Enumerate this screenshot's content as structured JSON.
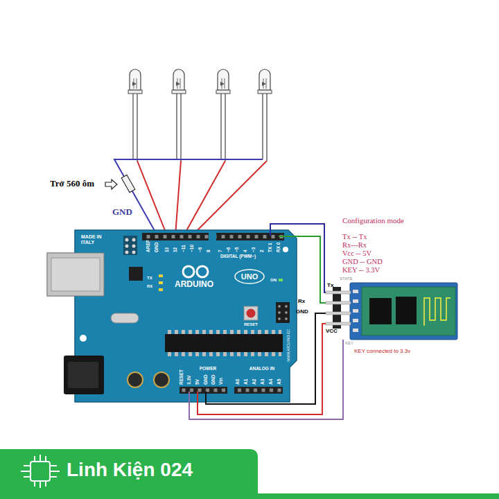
{
  "diagram": {
    "labels": [
      "Trở 560 ôm",
      "GND",
      "Configuration mode",
      "Tx -- Tx",
      "Rx---Rx",
      "Vcc -- 5V",
      "GND -- GND",
      "KEY -- 3.3V",
      "STATE",
      "Tx",
      "Rx",
      "GND",
      "VCC",
      "KEY",
      "KEY connected to 3.3v",
      "MADE IN ITALY",
      "AREF",
      "GND",
      "13",
      "12",
      "~11",
      "~10",
      "~9",
      "8",
      "7",
      "~6",
      "~5",
      "4",
      "~3",
      "2",
      "TX 1",
      "RX 0",
      "DIGITAL (PWM~)",
      "TX",
      "RX",
      "ARDUINO",
      "UNO",
      "ON",
      "RESET",
      "WWW.ARDUINO.CC",
      "POWER",
      "ANALOG IN",
      "RESET",
      "3.3V",
      "5V",
      "GND",
      "GND",
      "Vin",
      "A0",
      "A1",
      "A2",
      "A3",
      "A4",
      "A5",
      "Linh Kiện 024"
    ]
  }
}
